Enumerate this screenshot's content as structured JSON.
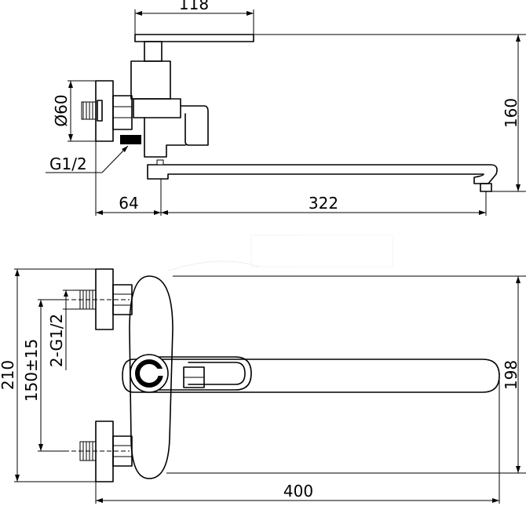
{
  "dimensions": {
    "top_handle_length": "118",
    "total_height": "160",
    "inlet_diameter": "Ø60",
    "inlet_thread": "G1/2",
    "inlet_offset": "64",
    "spout_reach": "322",
    "overall_height": "210",
    "inlet_spacing": "150±15",
    "inlet_threads": "2-G1/2",
    "spout_width_dim": "198",
    "overall_length": "400"
  }
}
